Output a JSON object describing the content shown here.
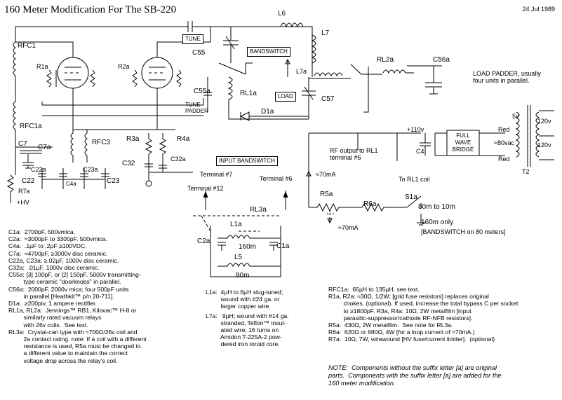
{
  "title": "160 Meter Modification For The SB-220",
  "date": "24 Jul 1989",
  "labels": {
    "L6": "L6",
    "L7": "L7",
    "C55": "C55",
    "tune": "TUNE",
    "bandswitch": "BANDSWITCH",
    "L7a": "L7a",
    "RL2a": "RL2a",
    "C56a": "C56a",
    "load_padder": "LOAD PADDER, usually\nfour units in parallel.",
    "RFC1": "RFC1",
    "R1a": "R1a",
    "R2a": "R2a",
    "C55a": "C55a",
    "tune_padder": "TUNE\nPADDER",
    "RL1a": "RL1a",
    "load": "LOAD",
    "C57": "C57",
    "D1a": "D1a",
    "RFC1a": "RFC1a",
    "plus110": "+110v",
    "C4": "C4",
    "fwb": "FULL\nWAVE\nBRIDGE",
    "red1": "Red",
    "red2": "Red",
    "v5": "5v",
    "v120a": "120v",
    "v120b": "120v",
    "v80": "≈80vac",
    "T2": "T2",
    "C7": "C7",
    "C7a": "C7a",
    "RFC3": "RFC3",
    "R3a": "R3a",
    "R4a": "R4a",
    "C32": "C32",
    "C32a": "C32a",
    "input_bs": "INPUT BANDSWITCH",
    "term7": "Terminal #7",
    "term12": "Terminal #12",
    "term6": "Terminal #6",
    "rf_output": "RF output to RL1\nterminal #6",
    "to_rl1": "To RL1 coil",
    "ma70a": "≈70mA",
    "ma70b": "≈70mA",
    "C22a": "C22a",
    "C23a": "C23a",
    "C22": "C22",
    "C4a": "C4a",
    "C23": "C23",
    "R7a": "R7a",
    "hv": "+HV",
    "R5a": "R5a",
    "R6a": "R6a",
    "S1a": "S1a",
    "s1_80_10": "80m to 10m",
    "s1_160": "160m only",
    "bs80": "[BANDSWITCH on 80 meters]",
    "RL3a": "RL3a",
    "L1a": "L1a",
    "C2a": "C2a",
    "C1a": "C1a",
    "m160": "160m",
    "L5": "L5",
    "m80": "80m"
  },
  "parts_left": [
    "C1a:  2700pF, 500vmica.",
    "C2a:  ≈3000pF to 3300pF, 500vmica.",
    "C4a:  .1µF to .2µF ≥100VDC.",
    "C7a:  ≈4700pF, ≥3000v disc ceramic.",
    "C22a, C23a: ≥.02µF, 1000v disc ceramic.",
    "C32a:  .01µF, 1000v disc ceramic.",
    "C55a: [3] 100pF, or [2] 150pF, 5000v transmitting-\n         type ceramic \"doorknobs\" in parallel.",
    "C56a:  2000pF, 2000v mica; four 500pF units\n         in parallel [Heathkit™ p/n 20-711].",
    "D1a:  ≥200piv, 1 ampere rectifier.",
    "RL1a, RL2a:  Jennings™ RB1, Kilovac™ H-8 or\n         similarly rated vacuum relays\n         with 26v coils.  See text.",
    "RL3a:  Crystal-can type with ≈700Ω/26v coil and\n         2a contact rating. note: If a coil with a different\n         resistance is used, R5a must be changed to\n         a different value to maintain the correct\n         voltage drop across the relay's coil."
  ],
  "parts_mid": [
    "L1a:  4µH to 6µH slug-tuned;\n         wound with #24 ga. or\n         larger copper wire.",
    "L7a:   9µH; wound with #14 ga.\n         stranded, Teflon™ insul-\n         ated wire; 16 turns on\n         Amidon T-225A-2 pow-\n         dered iron toroid core."
  ],
  "parts_right": [
    "RFC1a:  65µH to 135µH, see text.",
    "R1a, R2a: ≈30Ω, 1/2W; [grid fuse resistors] replaces original\n         chokes. (optional). If used, increase the total bypass C per socket\n         to ≥1800pF. R3a, R4a: 10Ω, 2W metalfilm [input\n         parasitic-suppressor/cathode RF-NFB resistors].",
    "R5a:  430Ω, 2W metalfilm.  See note for RL3a.",
    "R6a:  620Ω or 680Ω, 4W [for a loop current of ≈70mA.)",
    "R7a:  10Ω, 7W, wirewound [HV fuse/current limiter].  (optional)"
  ],
  "note": "NOTE:  Components without the suffix letter [a] are original\nparts.  Components with the suffix letter [a] are added for the\n160 meter modification."
}
